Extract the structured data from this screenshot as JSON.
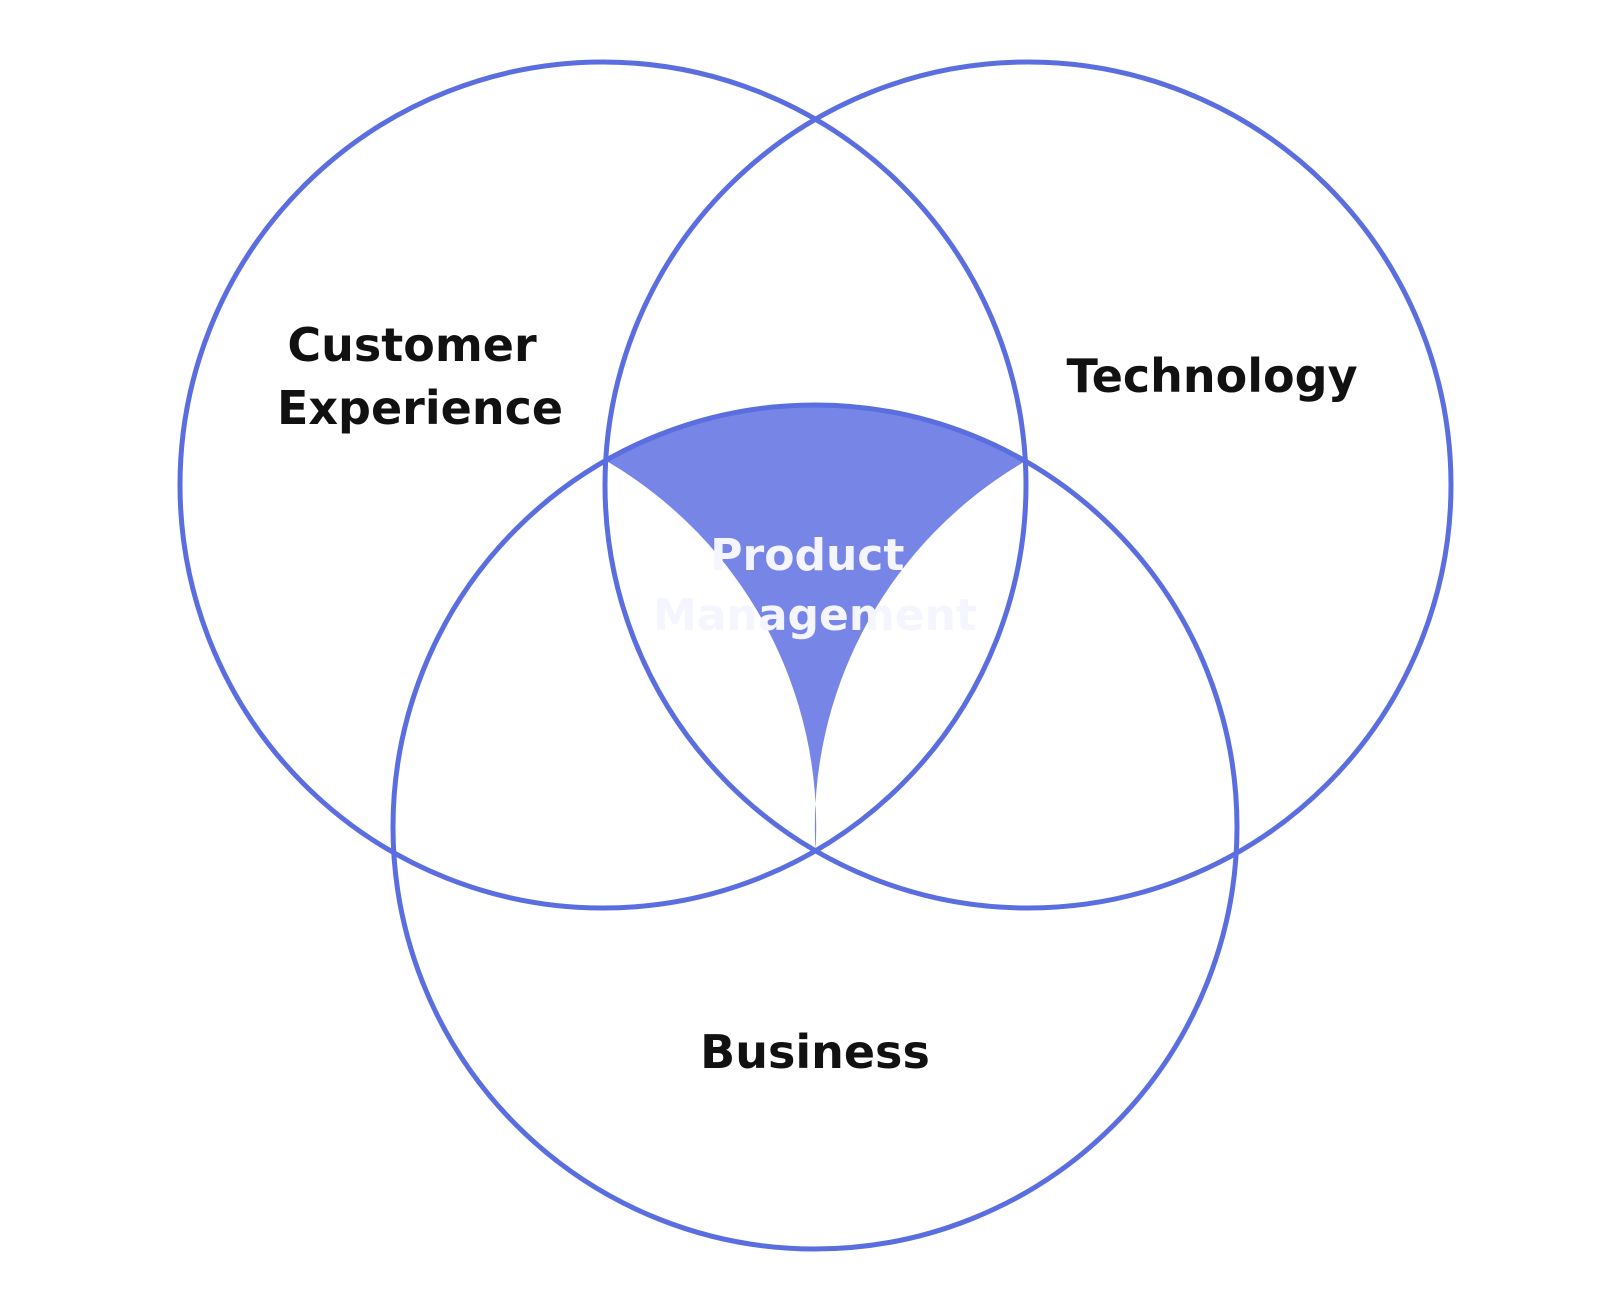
{
  "diagram": {
    "type": "venn",
    "sets": [
      {
        "id": "customer-experience",
        "lines": [
          "Customer",
          "Experience"
        ]
      },
      {
        "id": "technology",
        "lines": [
          "Technology"
        ]
      },
      {
        "id": "business",
        "lines": [
          "Business"
        ]
      }
    ],
    "intersection": {
      "id": "product-management",
      "sets": [
        "customer-experience",
        "technology",
        "business"
      ],
      "lines": [
        "Product",
        "Management"
      ]
    }
  },
  "colors": {
    "circle_stroke": "#5b6ee0",
    "intersection_fill": "#7785e6",
    "label_text": "#111111",
    "intersection_text": "#f4f5ff",
    "background": "#ffffff"
  }
}
